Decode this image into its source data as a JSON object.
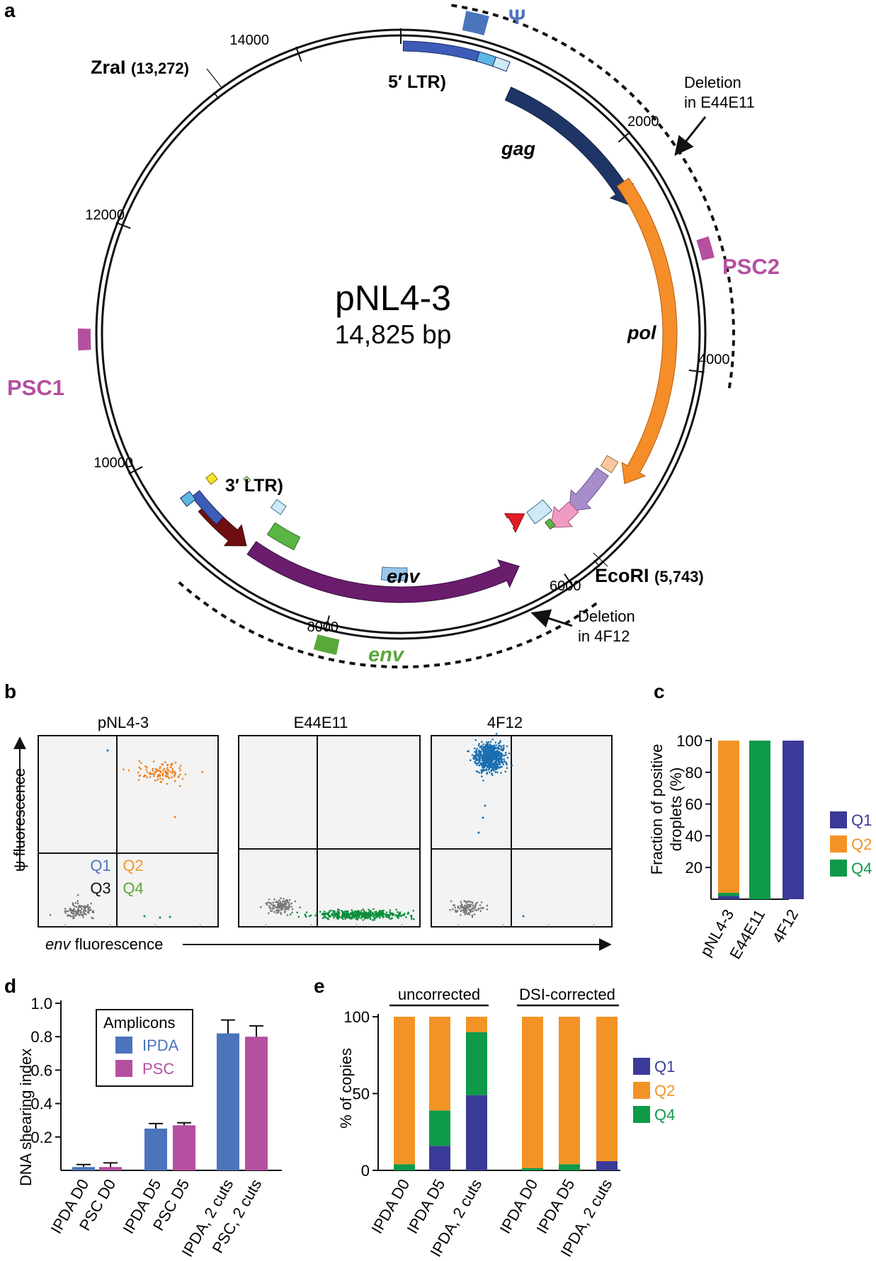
{
  "panels": {
    "a": "a",
    "b": "b",
    "c": "c",
    "d": "d",
    "e": "e"
  },
  "colors": {
    "q1": "#3a3a98",
    "q2": "#f39325",
    "q4": "#0e9a48",
    "ipda": "#4b74bd",
    "psc": "#b54fa0",
    "ltr": "#3d5cb8",
    "gag": "#1f3566",
    "pol": "#f58e28",
    "env": "#6a1c6d",
    "nef": "#6e0e10",
    "psi": "#4b74bd",
    "pscMark": "#b54fa0",
    "envProbe": "#5aa73a"
  },
  "plasmid": {
    "name": "pNL4-3",
    "size": "14,825 bp",
    "ticks": [
      "14000",
      "2000",
      "4000",
      "6000",
      "8000",
      "10000",
      "12000"
    ],
    "genes": {
      "ltr5": "5′ LTR",
      "ltr3": "3′ LTR",
      "gag": "gag",
      "pol": "pol",
      "env": "env"
    },
    "sites": {
      "zral_name": "ZraI",
      "zral_pos": "(13,272)",
      "ecori_name": "EcoRI",
      "ecori_pos": "(5,743)"
    },
    "markers": {
      "psi": "Ψ",
      "psc1": "PSC1",
      "psc2": "PSC2",
      "env": "env"
    },
    "deletions": {
      "e44e11_line1": "Deletion",
      "e44e11_line2": "in E44E11",
      "f12_line1": "Deletion",
      "f12_line2": "in 4F12"
    }
  },
  "droplet": {
    "plots": [
      {
        "title": "pNL4-3",
        "populations": [
          "Q3",
          "Q2"
        ],
        "stray": [
          "Q1",
          "Q2",
          "Q4"
        ]
      },
      {
        "title": "E44E11",
        "populations": [
          "Q3",
          "Q4"
        ],
        "stray": []
      },
      {
        "title": "4F12",
        "populations": [
          "Q3",
          "Q1"
        ],
        "stray": [
          "Q1"
        ]
      }
    ],
    "quadrant_labels": {
      "q1": "Q1",
      "q2": "Q2",
      "q3": "Q3",
      "q4": "Q4"
    },
    "y_axis_label": "ψ fluorescence",
    "x_axis_label_italic": "env",
    "x_axis_label_rest": " fluorescence"
  },
  "chart_data": [
    {
      "panel": "c",
      "type": "bar",
      "stacked": true,
      "categories": [
        "pNL4-3",
        "E44E11",
        "4F12"
      ],
      "series": [
        {
          "name": "Q1",
          "values": [
            2,
            0,
            100
          ]
        },
        {
          "name": "Q4",
          "values": [
            2,
            100,
            0
          ]
        },
        {
          "name": "Q2",
          "values": [
            96,
            0,
            0
          ]
        }
      ],
      "legend_order": [
        "Q1",
        "Q2",
        "Q4"
      ],
      "ylabel_line1": "Fraction of positive",
      "ylabel_line2": "droplets (%)",
      "ylim": [
        0,
        100
      ],
      "yticks": [
        20,
        40,
        60,
        80,
        100
      ],
      "legend_position": "right"
    },
    {
      "panel": "d",
      "type": "bar",
      "categories": [
        "IPDA D0",
        "PSC D0",
        "IPDA D5",
        "PSC D5",
        "IPDA, 2 cuts",
        "PSC, 2 cuts"
      ],
      "values": [
        0.02,
        0.02,
        0.25,
        0.27,
        0.82,
        0.8
      ],
      "errors": [
        0.015,
        0.025,
        0.03,
        0.015,
        0.08,
        0.065
      ],
      "series_of_bar": [
        "IPDA",
        "PSC",
        "IPDA",
        "PSC",
        "IPDA",
        "PSC"
      ],
      "legend_title": "Amplicons",
      "legend": [
        "IPDA",
        "PSC"
      ],
      "ylabel": "DNA shearing index",
      "ylim": [
        0,
        1.0
      ],
      "yticks": [
        "0.2",
        "0.4",
        "0.6",
        "0.8",
        "1.0"
      ],
      "legend_position": "top-left"
    },
    {
      "panel": "e",
      "type": "bar",
      "stacked": true,
      "groups": [
        "uncorrected",
        "DSI-corrected"
      ],
      "categories": [
        "IPDA D0",
        "IPDA D5",
        "IPDA, 2 cuts",
        "IPDA D0",
        "IPDA D5",
        "IPDA, 2 cuts"
      ],
      "series": [
        {
          "name": "Q1",
          "values": [
            0,
            16,
            49,
            0,
            0,
            6
          ]
        },
        {
          "name": "Q4",
          "values": [
            4,
            23,
            41,
            1.5,
            4,
            0
          ]
        },
        {
          "name": "Q2",
          "values": [
            96,
            61,
            10,
            98.5,
            96,
            94
          ]
        }
      ],
      "legend_order": [
        "Q1",
        "Q2",
        "Q4"
      ],
      "ylabel": "% of copies",
      "ylim": [
        0,
        100
      ],
      "yticks": [
        0,
        50,
        100
      ],
      "legend_position": "right"
    }
  ]
}
